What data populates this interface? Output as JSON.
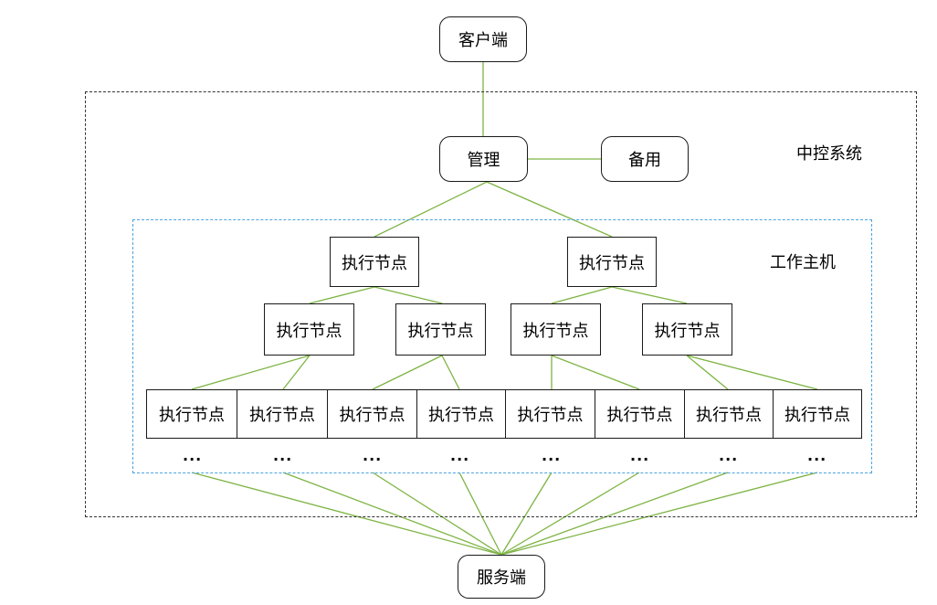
{
  "client": "客户端",
  "central_system_label": "中控系统",
  "manager": "管理",
  "backup": "备用",
  "worker_host_label": "工作主机",
  "node_label": "执行节点",
  "ellipsis": "...",
  "server": "服务端",
  "colors": {
    "connector": "#7db443",
    "outer_region_border": "#333333",
    "inner_region_border": "#4aa3df",
    "box_border": "#1a1a1a"
  }
}
